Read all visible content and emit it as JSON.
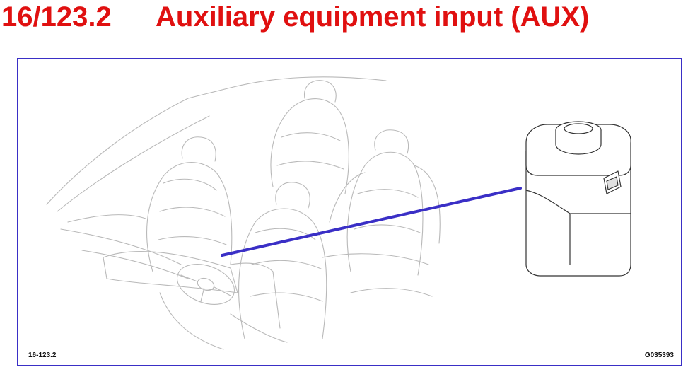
{
  "header": {
    "section_number": "16/123.2",
    "section_title": "Auxiliary equipment input (AUX)"
  },
  "figure": {
    "figure_ref": "16-123.2",
    "image_code": "G035393",
    "callout_target": "auxiliary-input-socket",
    "line_color": "#3a2fc6",
    "title_color": "#e01010"
  }
}
